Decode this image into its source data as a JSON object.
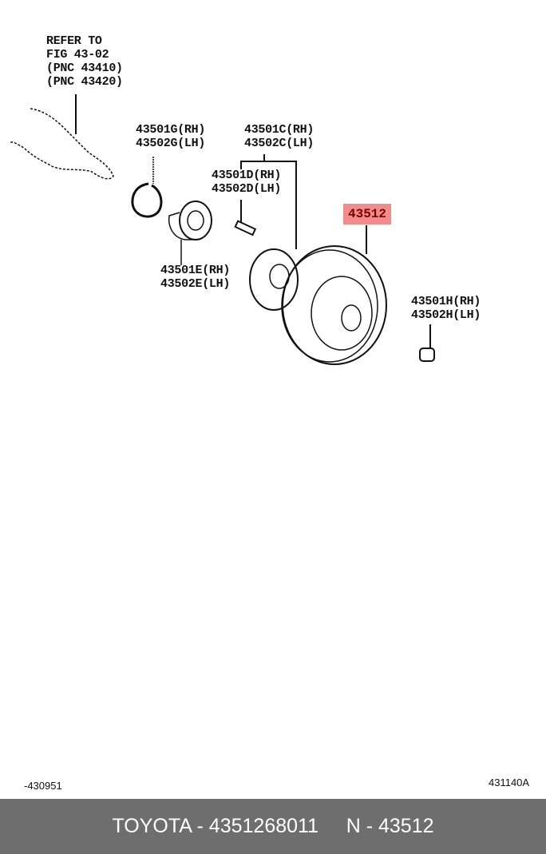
{
  "refer_note": [
    "REFER TO",
    "FIG 43-02",
    "(PNC 43410)",
    "(PNC 43420)"
  ],
  "parts": {
    "g": [
      "43501G(RH)",
      "43502G(LH)"
    ],
    "c": [
      "43501C(RH)",
      "43502C(LH)"
    ],
    "d": [
      "43501D(RH)",
      "43502D(LH)"
    ],
    "e": [
      "43501E(RH)",
      "43502E(LH)"
    ],
    "h": [
      "43501H(RH)",
      "43502H(LH)"
    ],
    "highlighted": "43512"
  },
  "footer_left_code": "-430951",
  "footer_right_code": "431140A",
  "caption": "TOYOTA - 4351268011     N - 43512",
  "colors": {
    "highlight": "#f28c8c",
    "bar": "#6e6e6e"
  }
}
